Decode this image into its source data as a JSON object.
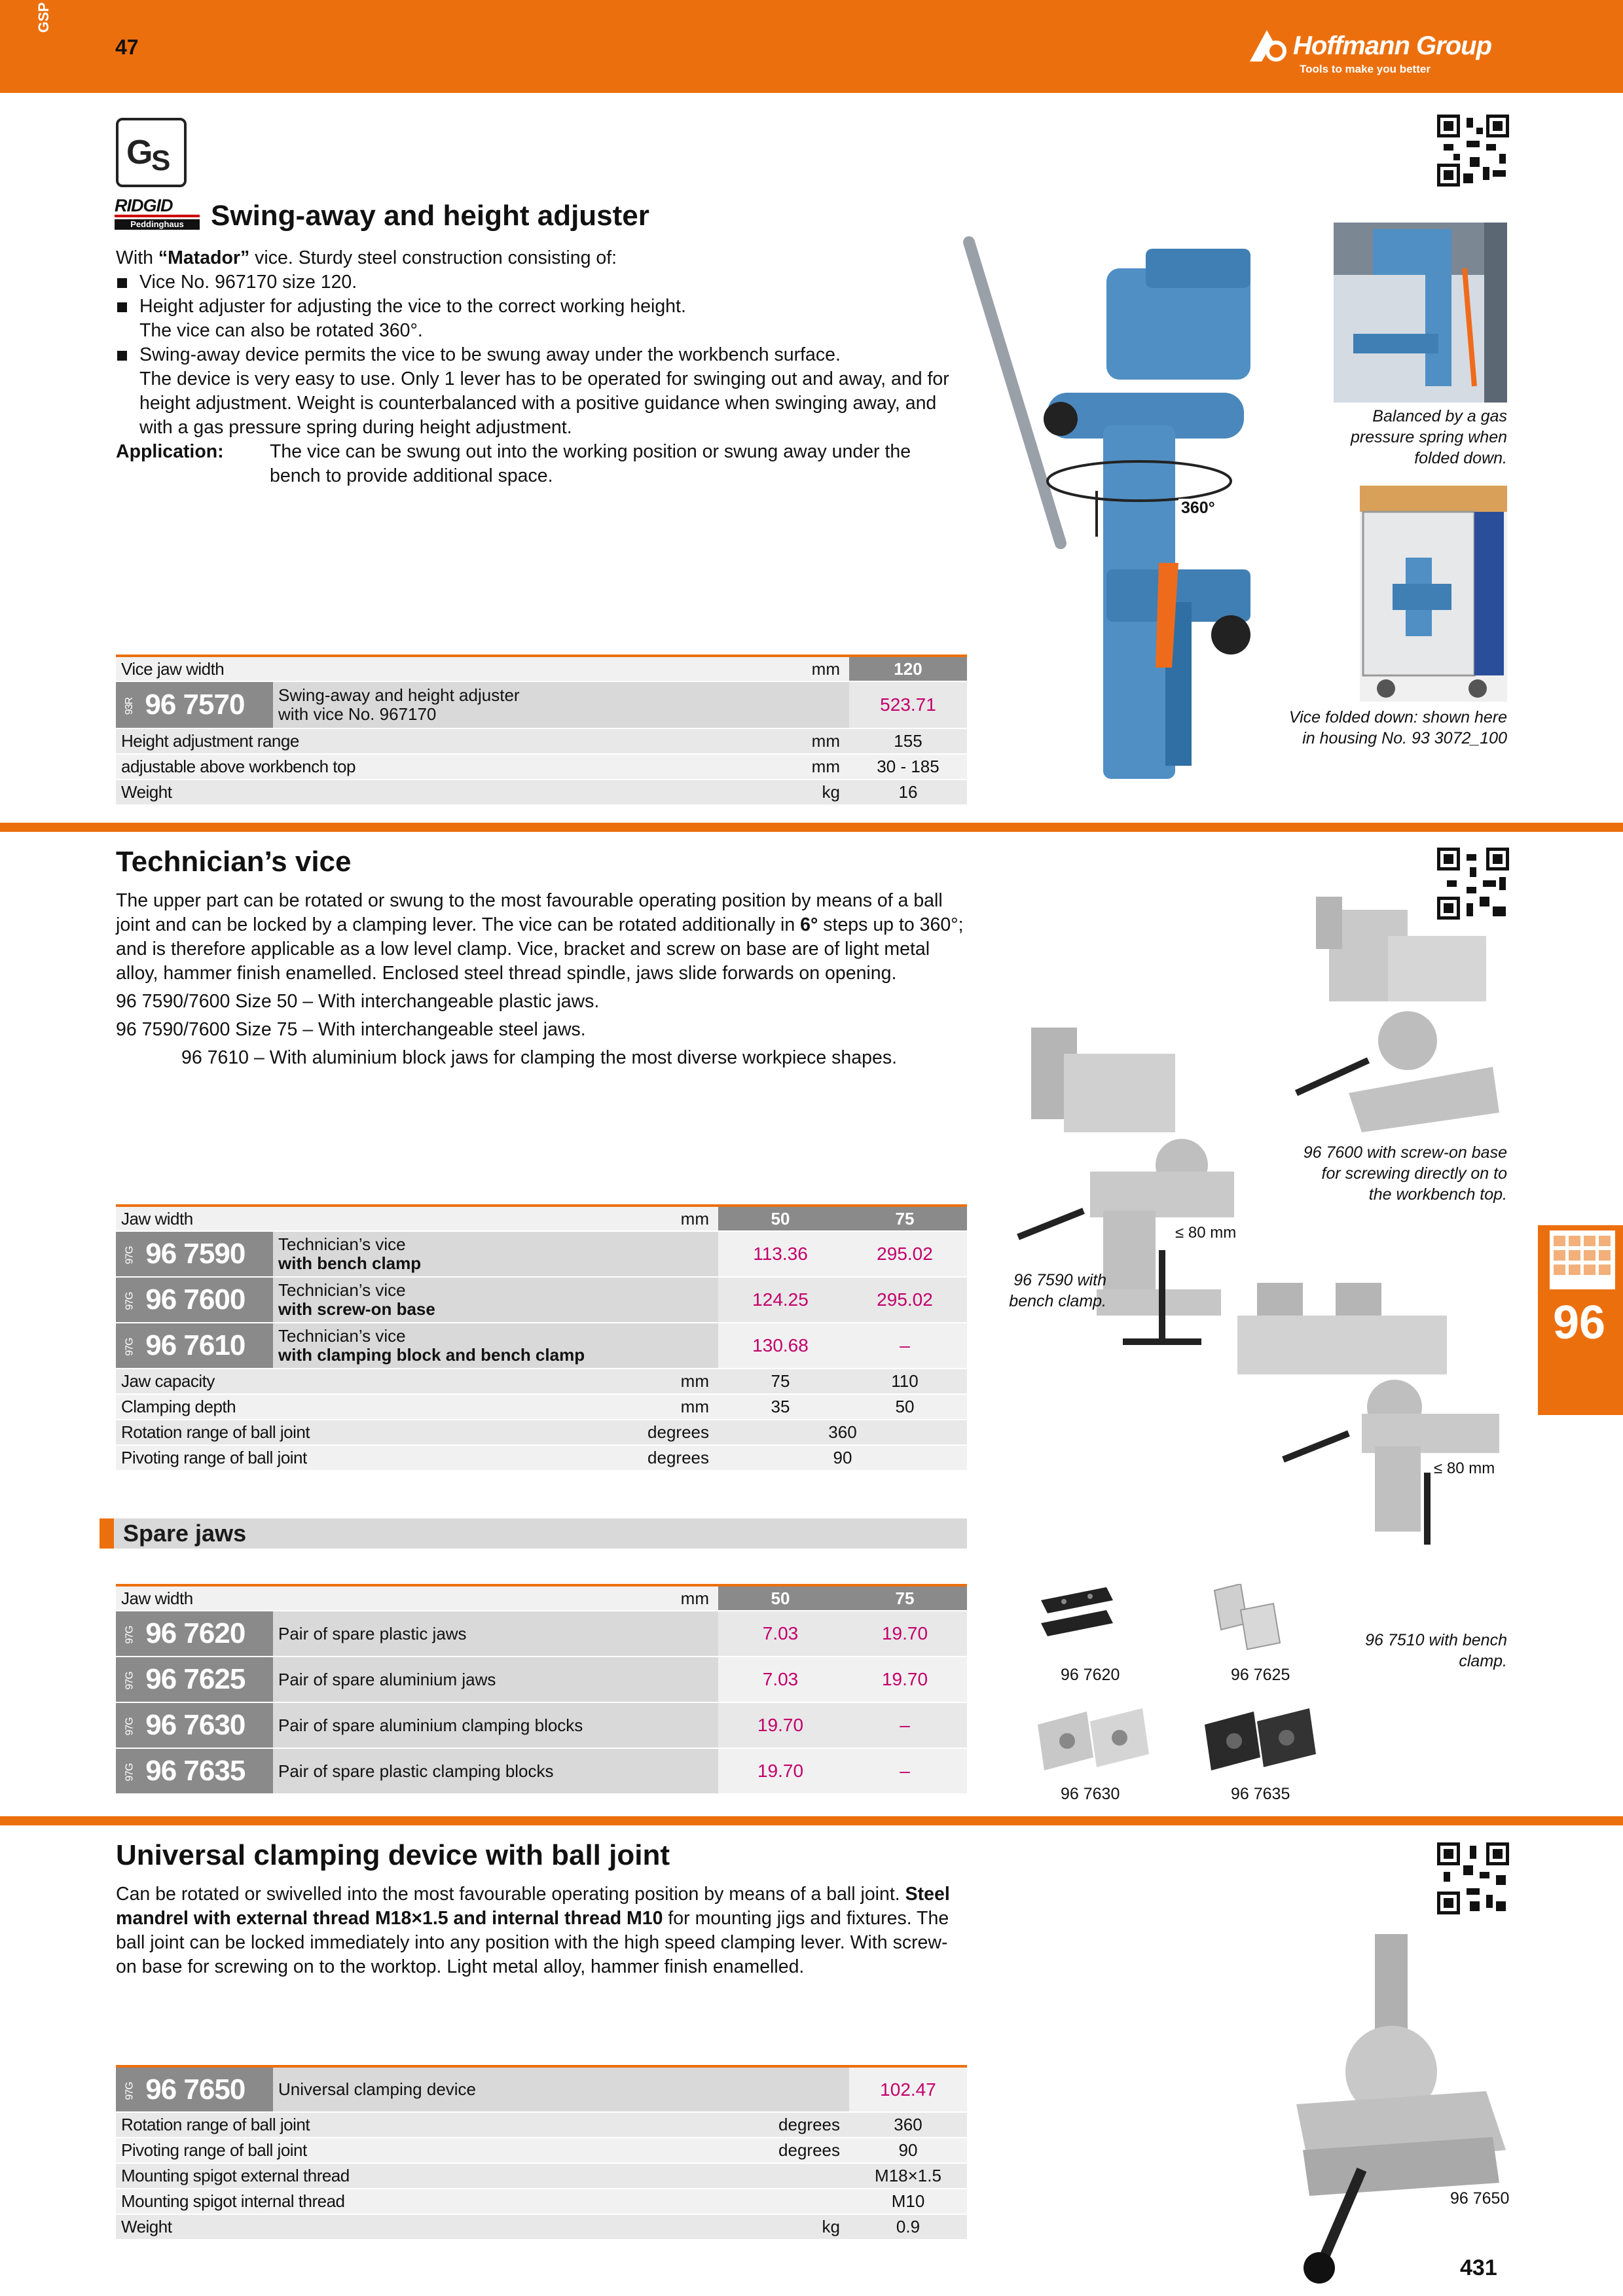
{
  "header": {
    "page_top": "47",
    "brand": "Hoffmann Group",
    "tagline": "Tools to make you better",
    "cap": "GSP"
  },
  "colors": {
    "accent": "#ec6f0e",
    "price": "#c3006b",
    "table_header": "#8a8a8a"
  },
  "section1": {
    "brand_logo_top": "RIDGID",
    "brand_logo_bottom": "Peddinghaus",
    "title": "Swing-away and height adjuster",
    "intro_pre": "With ",
    "intro_bold": "“Matador”",
    "intro_post": " vice. Sturdy steel construction consisting of:",
    "bullets": [
      "Vice No. 967170 size 120.",
      "Height adjuster for adjusting the vice to the correct working height.",
      "Swing-away device permits the vice to be swung away under the workbench surface."
    ],
    "bullet2_cont": "The vice can also be rotated 360°.",
    "bullet3_cont": "The device is very easy to use. Only 1 lever has to be operated for swinging out and away, and for height adjustment. Weight is counterbalanced with a positive guidance when swinging  away, and with a gas pressure spring during height adjustment.",
    "application_label": "Application:",
    "application_text": "The vice can be swung out into the working position or swung away under the bench to provide additional space.",
    "rotation_label": "360°",
    "caption_gas": "Balanced by a gas pressure spring when folded down.",
    "caption_folded": "Vice folded down: shown here in housing No. 93 3072_100",
    "table": {
      "header_label": "Vice jaw width",
      "header_unit": "mm",
      "header_value": "120",
      "group": "93R",
      "article": "96 7570",
      "desc_line1": "Swing-away and height adjuster",
      "desc_line2": "with vice No. 967170",
      "price": "523.71",
      "rows": [
        {
          "label": "Height adjustment range",
          "unit": "mm",
          "value": "155"
        },
        {
          "label": "adjustable above workbench top",
          "unit": "mm",
          "value": "30 - 185"
        },
        {
          "label": "Weight",
          "unit": "kg",
          "value": "16"
        }
      ]
    }
  },
  "section2": {
    "title": "Technician’s vice",
    "p1_a": "The upper part can be rotated or swung to the most  favourable operating position by means of a ball joint  and can be locked by a clamping lever. The vice can be rotated additionally in ",
    "p1_b": "6°",
    "p1_c": " steps up to 360°; and is therefore applicable as a low level clamp. Vice, bracket and screw on base are of light metal alloy, hammer finish enamelled. Enclosed steel thread spindle, jaws  slide forwards on opening.",
    "line1": "96 7590/7600 Size 50 – With interchangeable plastic jaws.",
    "line2": "96 7590/7600 Size 75 – With interchangeable steel jaws.",
    "line3": "96 7610 –  With aluminium block jaws for clamping the most diverse  workpiece shapes.",
    "cap_7600": "96 7600 with screw-on base for screwing directly on to the workbench top.",
    "cap_7590": "96 7590 with bench clamp.",
    "cap_7510": "96 7510 with bench clamp.",
    "dim1": "≤ 80 mm",
    "dim2": "≤ 80 mm",
    "table": {
      "header_label": "Jaw width",
      "header_unit": "mm",
      "h1": "50",
      "h2": "75",
      "items": [
        {
          "group": "97G",
          "article": "96 7590",
          "d1": "Technician’s vice",
          "d2": "with bench clamp",
          "p1": "113.36",
          "p2": "295.02"
        },
        {
          "group": "97G",
          "article": "96 7600",
          "d1": "Technician’s vice",
          "d2": "with screw-on base",
          "p1": "124.25",
          "p2": "295.02"
        },
        {
          "group": "97G",
          "article": "96 7610",
          "d1": "Technician’s vice",
          "d2": "with clamping block and bench clamp",
          "p1": "130.68",
          "p2": "–"
        }
      ],
      "rows": [
        {
          "label": "Jaw capacity",
          "unit": "mm",
          "v1": "75",
          "v2": "110"
        },
        {
          "label": "Clamping depth",
          "unit": "mm",
          "v1": "35",
          "v2": "50"
        }
      ],
      "rows_merged": [
        {
          "label": "Rotation range of ball joint",
          "unit": "degrees",
          "value": "360"
        },
        {
          "label": "Pivoting range of ball joint",
          "unit": "degrees",
          "value": "90"
        }
      ]
    }
  },
  "spare": {
    "title": "Spare jaws",
    "table": {
      "header_label": "Jaw width",
      "header_unit": "mm",
      "h1": "50",
      "h2": "75",
      "items": [
        {
          "group": "97G",
          "article": "96 7620",
          "desc": "Pair of spare plastic jaws",
          "p1": "7.03",
          "p2": "19.70"
        },
        {
          "group": "97G",
          "article": "96 7625",
          "desc": "Pair of spare aluminium jaws",
          "p1": "7.03",
          "p2": "19.70"
        },
        {
          "group": "97G",
          "article": "96 7630",
          "desc": "Pair of spare aluminium clamping blocks",
          "p1": "19.70",
          "p2": "–"
        },
        {
          "group": "97G",
          "article": "96 7635",
          "desc": "Pair of spare plastic clamping blocks",
          "p1": "19.70",
          "p2": "–"
        }
      ]
    },
    "captions": [
      "96 7620",
      "96 7625",
      "96 7630",
      "96 7635"
    ]
  },
  "section3": {
    "title": "Universal clamping device with ball joint",
    "p_a": "Can be rotated or swivelled into the most favourable operating position by means of a ball joint. ",
    "p_b": "Steel mandrel with external thread M18×1.5 and internal thread M10",
    "p_c": " for mounting jigs and fixtures. The ball joint can be locked immediately into any position with the high speed clamping lever. With screw-on base for screwing on to the worktop. Light metal alloy, hammer finish enamelled.",
    "caption": "96 7650",
    "table": {
      "group": "97G",
      "article": "96 7650",
      "desc": "Universal clamping device",
      "price": "102.47",
      "rows": [
        {
          "label": "Rotation range of ball joint",
          "unit": "degrees",
          "value": "360"
        },
        {
          "label": "Pivoting range of ball joint",
          "unit": "degrees",
          "value": "90"
        },
        {
          "label": "Mounting spigot external thread",
          "unit": "",
          "value": "M18×1.5"
        },
        {
          "label": "Mounting spigot internal thread",
          "unit": "",
          "value": "M10"
        },
        {
          "label": "Weight",
          "unit": "kg",
          "value": "0.9"
        }
      ]
    }
  },
  "side_tab": {
    "number": "96"
  },
  "footer": {
    "page": "431"
  }
}
